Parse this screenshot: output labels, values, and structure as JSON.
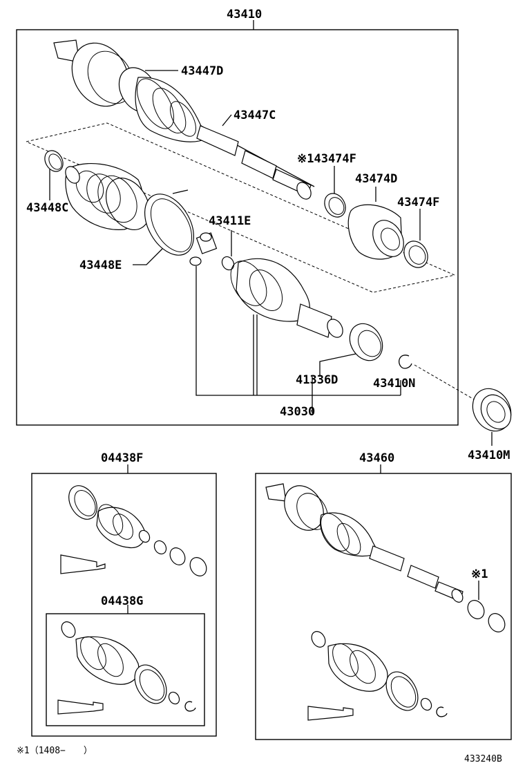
{
  "labels": {
    "assy_main": "43410",
    "boot_outer": "43447D",
    "shaft_outer": "43447C",
    "marked_ring": "※143474F",
    "damper": "43474D",
    "ring_right": "43474F",
    "clamp_small": "43448C",
    "snap_ring": "43411E",
    "clamp_large": "43448E",
    "seal": "41336D",
    "circlip": "43410N",
    "inboard_joint": "43030",
    "bearing": "43410M",
    "kit_outer": "04438F",
    "kit_inner": "04438G",
    "assy_alt": "43460",
    "marker_1": "※1"
  },
  "footnote": "※1（1408−　　）",
  "figure_id": "433240B"
}
